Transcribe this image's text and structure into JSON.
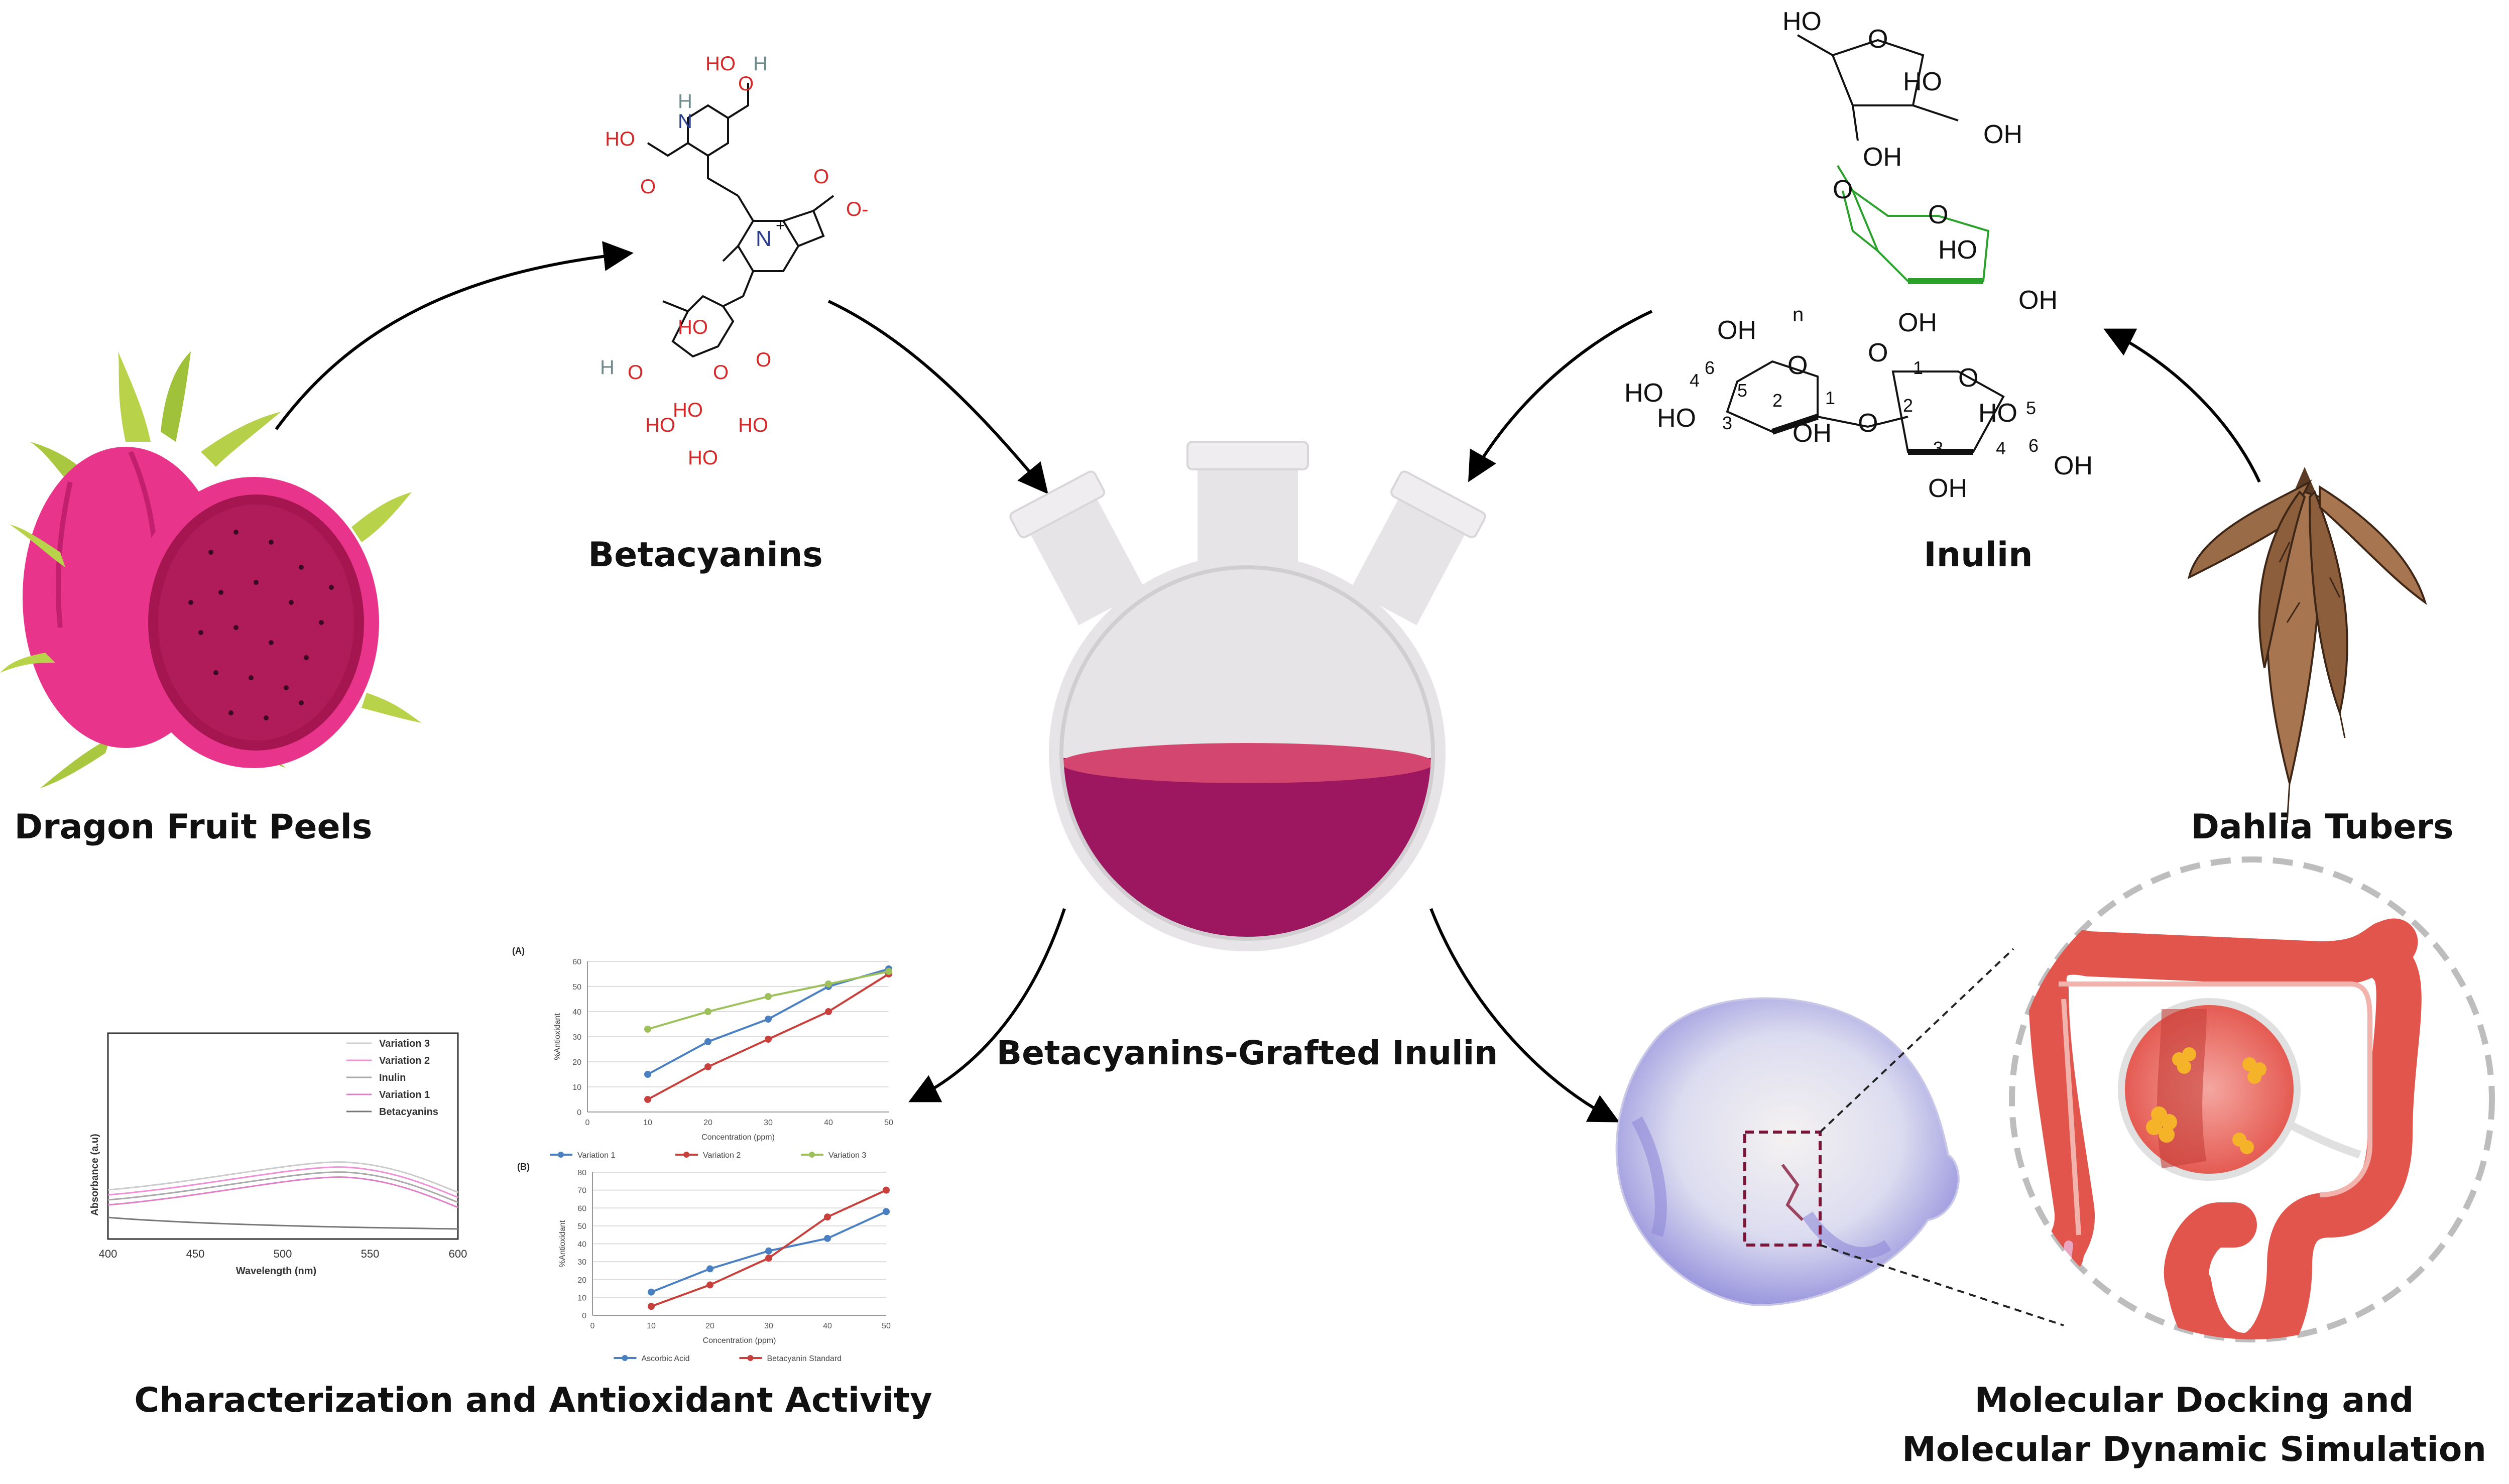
{
  "labels": {
    "dragon_fruit": "Dragon Fruit Peels",
    "betacyanins": "Betacyanins",
    "inulin": "Inulin",
    "dahlia": "Dahlia Tubers",
    "product": "Betacyanins-Grafted Inulin",
    "characterization": "Characterization and Antioxidant Activity",
    "docking_line1": "Molecular Docking and",
    "docking_line2": "Molecular Dynamic Simulation"
  },
  "colors": {
    "liquid_dark": "#9c1660",
    "liquid_top": "#d3466f",
    "flask": "#e6e4e6",
    "dragon_skin": "#e8348a",
    "dragon_flesh": "#a5154f",
    "colon": "#e1554c",
    "inulin_green": "#2aa12a"
  },
  "chem": {
    "betacyanin": {
      "atoms": [
        "HO",
        "H",
        "O",
        "N",
        "H",
        "HO",
        "O",
        "N",
        "+",
        "O",
        "O-",
        "HO",
        "O",
        "H",
        "O",
        "HO",
        "HO",
        "HO",
        "HO",
        "O",
        "HO"
      ]
    },
    "inulin": {
      "atoms": [
        "HO",
        "O",
        "HO",
        "OH",
        "OH",
        "O",
        "O",
        "HO",
        "OH",
        "OH",
        "n",
        "O",
        "OH",
        "O",
        "HO",
        "HO",
        "OH",
        "O",
        "O",
        "HO",
        "OH",
        "OH"
      ],
      "ring_numbers": [
        "1",
        "2",
        "3",
        "4",
        "5",
        "6",
        "1",
        "2",
        "3",
        "4",
        "5",
        "6"
      ]
    }
  },
  "spectrum": {
    "ylabel": "Absorbance (a.u)",
    "xlabel": "Wavelength (nm)",
    "xticks": [
      "400",
      "450",
      "500",
      "550",
      "600"
    ],
    "legend": [
      "Variation 3",
      "Variation 2",
      "Inulin",
      "Variation 1",
      "Betacyanins"
    ]
  },
  "chart_data": [
    {
      "type": "line",
      "title": "(A)",
      "xlabel": "Concentration (ppm)",
      "ylabel": "%Antioxidant",
      "x": [
        10,
        20,
        30,
        40,
        50
      ],
      "xlim": [
        0,
        50
      ],
      "ylim": [
        0,
        60
      ],
      "yticks": [
        "0",
        "10",
        "20",
        "30",
        "40",
        "50",
        "60"
      ],
      "xticks": [
        "0",
        "10",
        "20",
        "30",
        "40",
        "50"
      ],
      "series": [
        {
          "name": "Variation 1",
          "color": "#4a7fc1",
          "values": [
            15,
            28,
            37,
            50,
            57
          ]
        },
        {
          "name": "Variation 2",
          "color": "#c8403c",
          "values": [
            5,
            18,
            29,
            40,
            55
          ]
        },
        {
          "name": "Variation 3",
          "color": "#9dc05a",
          "values": [
            33,
            40,
            46,
            51,
            56
          ]
        }
      ]
    },
    {
      "type": "line",
      "title": "(B)",
      "xlabel": "Concentration (ppm)",
      "ylabel": "%Antioxidant",
      "x": [
        10,
        20,
        30,
        40,
        50
      ],
      "xlim": [
        0,
        50
      ],
      "ylim": [
        0,
        80
      ],
      "yticks": [
        "0",
        "10",
        "20",
        "30",
        "40",
        "50",
        "60",
        "70",
        "80"
      ],
      "xticks": [
        "0",
        "10",
        "20",
        "30",
        "40",
        "50"
      ],
      "series": [
        {
          "name": "Ascorbic Acid",
          "color": "#4a7fc1",
          "values": [
            13,
            26,
            36,
            43,
            58
          ]
        },
        {
          "name": "Betacyanin Standard",
          "color": "#c8403c",
          "values": [
            5,
            17,
            32,
            55,
            70
          ]
        }
      ]
    }
  ]
}
